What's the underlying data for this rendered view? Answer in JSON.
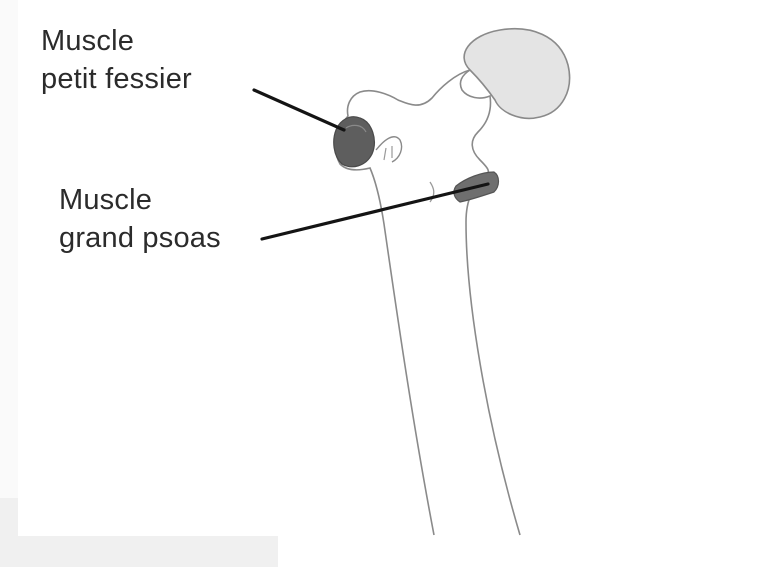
{
  "labels": {
    "gluteus_minimus": {
      "line1": "Muscle",
      "line2": "petit fessier"
    },
    "psoas_major": {
      "line1": "Muscle",
      "line2": "grand psoas"
    }
  },
  "colors": {
    "text": "#2b2b2b",
    "outline": "#8a8a8a",
    "femoral_head_fill": "#e4e4e4",
    "gluteus_fill": "#5e5e5e",
    "psoas_fill": "#6f6f6f",
    "leader_line": "#141414",
    "background": "#ffffff"
  }
}
